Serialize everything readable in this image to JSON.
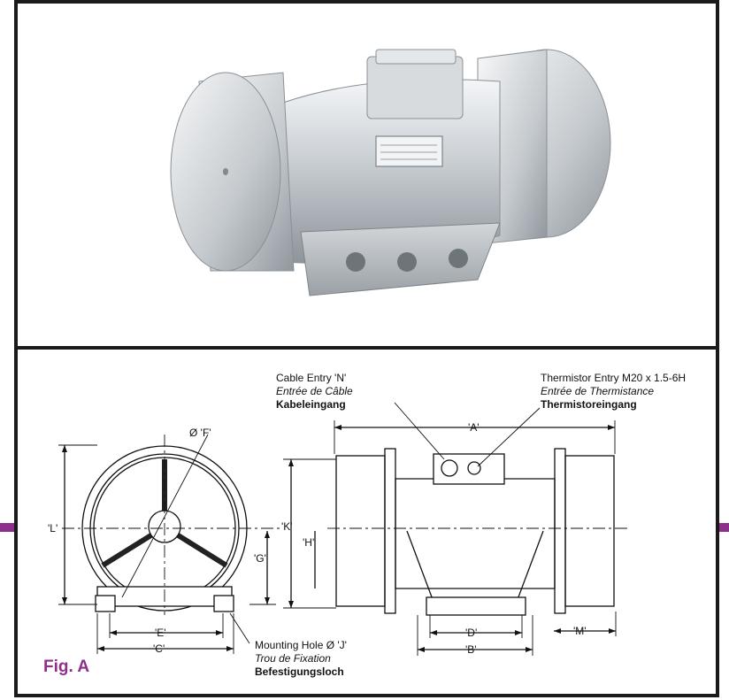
{
  "figure_label": "Fig. A",
  "dimension_labels": {
    "A": "'A'",
    "B": "'B'",
    "C": "'C'",
    "D": "'D'",
    "E": "'E'",
    "F": "Ø 'F'",
    "G": "'G'",
    "H": "'H'",
    "K": "'K'",
    "L": "'L'",
    "M": "'M'"
  },
  "callouts": {
    "cable_entry": {
      "en": "Cable Entry 'N'",
      "fr": "Entrée de Câble",
      "de": "Kabeleingang"
    },
    "thermistor_entry": {
      "en": "Thermistor Entry M20 x 1.5-6H",
      "fr": "Entrée de Thermistance",
      "de": "Thermistoreingang"
    },
    "mounting_hole": {
      "en": "Mounting Hole Ø 'J'",
      "fr": "Trou de Fixation",
      "de": "Befestigungsloch"
    }
  },
  "colors": {
    "accent": "#8e2f8c",
    "frame": "#1a1a1a"
  }
}
